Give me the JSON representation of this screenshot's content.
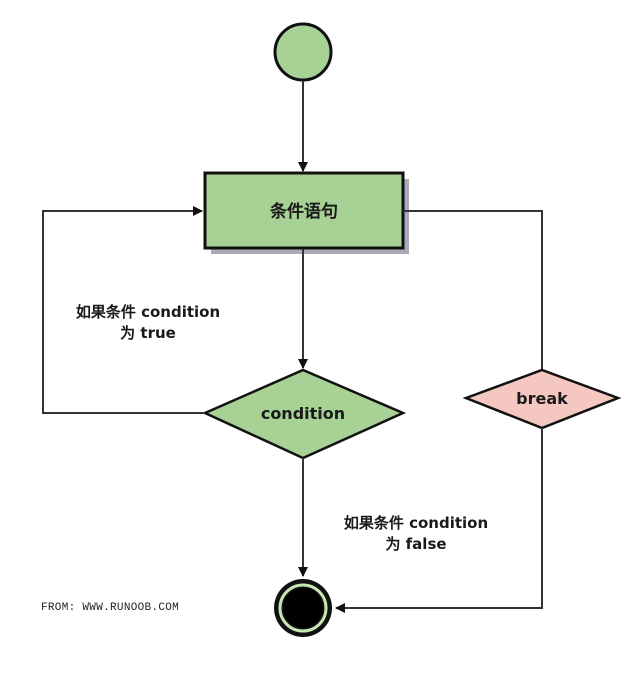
{
  "diagram": {
    "title_node": "条件语句",
    "condition_node": "condition",
    "break_node": "break",
    "label_true": [
      "如果条件 condition",
      "为 true"
    ],
    "label_false": [
      "如果条件 condition",
      "为 false"
    ],
    "source": "FROM: WWW.RUNOOB.COM"
  },
  "colors": {
    "node_green": "#a8d195",
    "node_pink": "#f5c7c1",
    "stroke": "#111111",
    "line": "#333333",
    "shadow": "#a9a9b8",
    "end_ring": "#c8e6b4"
  }
}
